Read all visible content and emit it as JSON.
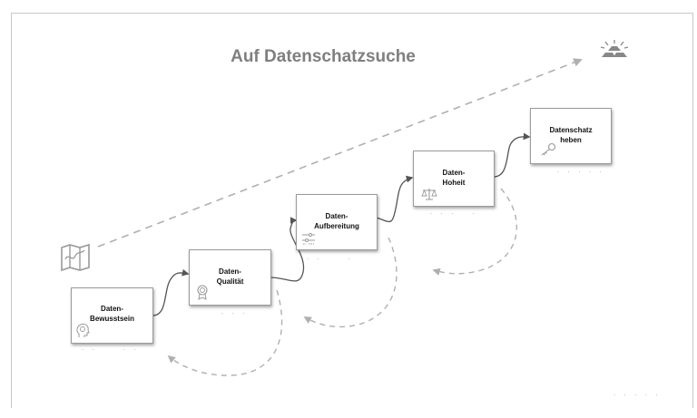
{
  "title": "Auf Datenschatzsuche",
  "steps": [
    {
      "line1": "Daten-",
      "line2": "Bewusstsein",
      "icon": "head-lightbulb-icon"
    },
    {
      "line1": "Daten-",
      "line2": "Qualität",
      "icon": "award-badge-icon"
    },
    {
      "line1": "Daten-",
      "line2": "Aufbereitung",
      "icon": "data-flow-icon"
    },
    {
      "line1": "Daten-",
      "line2": "Hoheit",
      "icon": "scales-icon"
    },
    {
      "line1": "Datenschatz",
      "line2": "heben",
      "icon": "key-icon"
    }
  ],
  "start_icon": "map-icon",
  "goal_icon": "gold-bars-icon",
  "colors": {
    "box_border": "#9a9a9a",
    "path": "#555555",
    "dashed": "#b0b0b0",
    "title": "#7f7f7f"
  }
}
